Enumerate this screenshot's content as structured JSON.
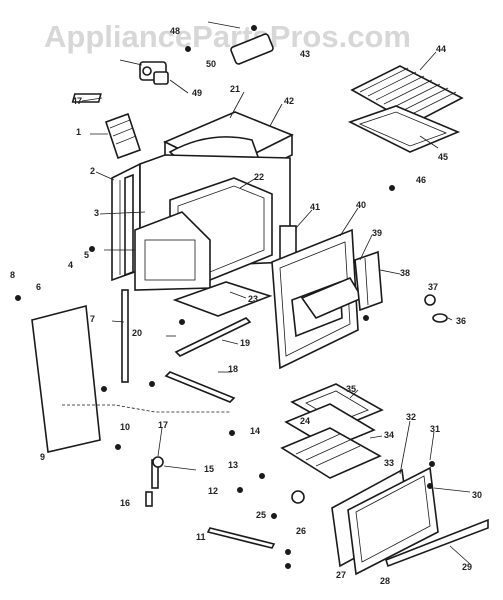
{
  "watermark": "AppliancePartsPros.com",
  "callouts": [
    "1",
    "2",
    "3",
    "4",
    "5",
    "6",
    "7",
    "8",
    "9",
    "10",
    "11",
    "12",
    "13",
    "14",
    "15",
    "16",
    "17",
    "18",
    "19",
    "20",
    "21",
    "22",
    "23",
    "24",
    "25",
    "26",
    "27",
    "28",
    "29",
    "30",
    "31",
    "32",
    "33",
    "34",
    "35",
    "36",
    "37",
    "38",
    "39",
    "40",
    "41",
    "42",
    "43",
    "44",
    "45",
    "46",
    "47",
    "48",
    "49",
    "50"
  ]
}
